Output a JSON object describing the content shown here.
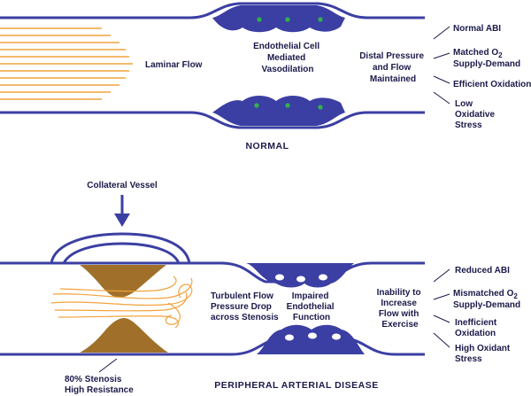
{
  "normal": {
    "caption": "NORMAL",
    "flow_label": "Laminar Flow",
    "cell_label": [
      "Endothelial Cell",
      "Mediated",
      "Vasodilation"
    ],
    "pressure_label": [
      "Distal Pressure",
      "and Flow",
      "Maintained"
    ],
    "outcomes": [
      {
        "lines": [
          "Normal ABI"
        ]
      },
      {
        "lines": [
          "Matched O",
          "Supply-Demand"
        ],
        "subscript": "2"
      },
      {
        "lines": [
          "Efficient Oxidation"
        ]
      },
      {
        "lines": [
          "Low",
          "Oxidative",
          "Stress"
        ]
      }
    ]
  },
  "pad": {
    "caption": "PERIPHERAL ARTERIAL DISEASE",
    "collateral_label": "Collateral Vessel",
    "turbulent_label": [
      "Turbulent Flow",
      "Pressure Drop",
      "across Stenosis"
    ],
    "endothelial_label": [
      "Impaired",
      "Endothelial",
      "Function"
    ],
    "exercise_label": [
      "Inability to",
      "Increase",
      "Flow with",
      "Exercise"
    ],
    "stenosis_label": [
      "80% Stenosis",
      "High Resistance"
    ],
    "outcomes": [
      {
        "lines": [
          "Reduced ABI"
        ]
      },
      {
        "lines": [
          "Mismatched O",
          "Supply-Demand"
        ],
        "subscript": "2"
      },
      {
        "lines": [
          "Inefficient",
          "Oxidation"
        ]
      },
      {
        "lines": [
          "High Oxidant",
          "Stress"
        ]
      }
    ]
  },
  "colors": {
    "vessel": "#3b3fa3",
    "flow": "#f2a23c",
    "plaque": "#a0702a",
    "nucleus": "#2fb24c",
    "text": "#1a1a4a"
  }
}
